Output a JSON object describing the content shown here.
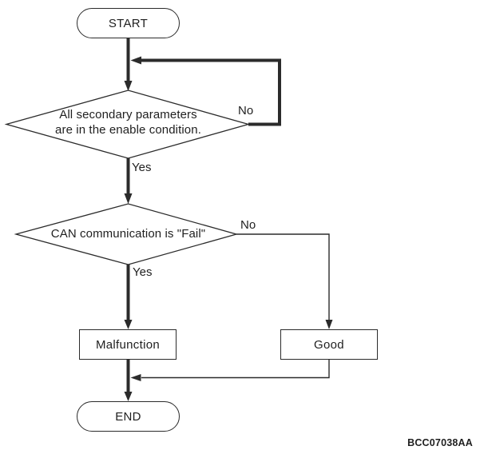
{
  "flowchart": {
    "code": "BCC07038AA",
    "nodes": {
      "start": {
        "label": "START",
        "type": "terminator"
      },
      "decision_params": {
        "type": "decision",
        "line1": "All secondary parameters",
        "line2": "are in the enable condition."
      },
      "decision_can": {
        "type": "decision",
        "label": "CAN communication is \"Fail\""
      },
      "malfunction": {
        "label": "Malfunction",
        "type": "process"
      },
      "good": {
        "label": "Good",
        "type": "process"
      },
      "end": {
        "label": "END",
        "type": "terminator"
      }
    },
    "branch_labels": {
      "decision_params_no": "No",
      "decision_params_yes": "Yes",
      "decision_can_no": "No",
      "decision_can_yes": "Yes"
    },
    "colors": {
      "line": "#2b2b2b",
      "text": "#1f1f1f",
      "background": "#ffffff"
    }
  }
}
